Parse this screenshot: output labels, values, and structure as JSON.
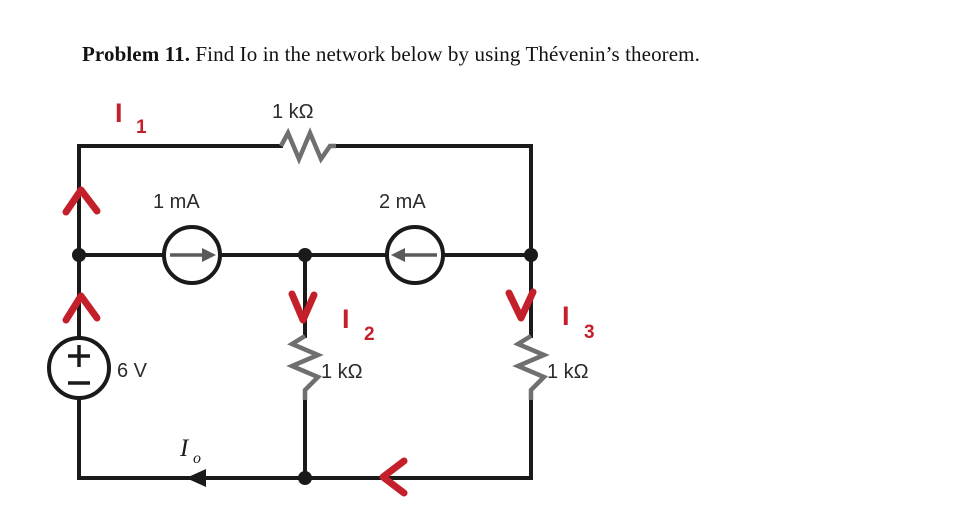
{
  "problem": {
    "lead": "Problem 11.",
    "statement": " Find Io in the network below by using Thévenin’s theorem."
  },
  "circuit": {
    "title": "two-mesh network with voltage source, two current sources and three resistors",
    "components": {
      "top_resistor": {
        "label": "1 kΩ",
        "name": "top-resistor",
        "orientation": "horizontal"
      },
      "middle_resistor": {
        "label": "1 kΩ",
        "name": "middle-resistor",
        "orientation": "vertical"
      },
      "right_resistor": {
        "label": "1 kΩ",
        "name": "right-resistor",
        "orientation": "vertical"
      },
      "left_current_source": {
        "label": "1 mA",
        "name": "current-source-1ma",
        "direction": "right"
      },
      "right_current_source": {
        "label": "2 mA",
        "name": "current-source-2ma",
        "direction": "left"
      },
      "voltage_source": {
        "label": "6 V",
        "name": "voltage-source-6v",
        "plus": "+",
        "minus": "−"
      }
    },
    "currents": {
      "io": {
        "symbol": "I",
        "subscript": "o",
        "direction": "left"
      }
    }
  },
  "annotations": {
    "color": "#c4202b",
    "items": [
      {
        "symbol": "I",
        "subscript": "1",
        "name": "annotation-i1",
        "arrow": "up",
        "location": "left-branch"
      },
      {
        "symbol": "I",
        "subscript": "2",
        "name": "annotation-i2",
        "arrow": "down",
        "location": "middle-branch"
      },
      {
        "symbol": "I",
        "subscript": "3",
        "name": "annotation-i3",
        "arrow": "down",
        "location": "right-branch"
      }
    ],
    "extra_arrows": [
      {
        "name": "annotation-arrow-left-upper",
        "direction": "up",
        "location": "left-wire-upper"
      },
      {
        "name": "annotation-arrow-left-lower",
        "direction": "up",
        "location": "left-wire-lower"
      },
      {
        "name": "annotation-arrow-bottom",
        "direction": "left",
        "location": "bottom-wire"
      }
    ]
  }
}
